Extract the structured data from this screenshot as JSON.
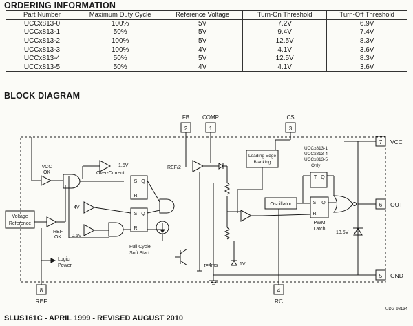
{
  "ordering": {
    "heading": "ORDERING INFORMATION",
    "columns": [
      "Part Number",
      "Maximum Duty Cycle",
      "Reference Voltage",
      "Turn-On Threshold",
      "Turn-Off Threshold"
    ],
    "rows": [
      [
        "UCCx813-0",
        "100%",
        "5V",
        "7.2V",
        "6.9V"
      ],
      [
        "UCCx813-1",
        "50%",
        "5V",
        "9.4V",
        "7.4V"
      ],
      [
        "UCCx813-2",
        "100%",
        "5V",
        "12.5V",
        "8.3V"
      ],
      [
        "UCCx813-3",
        "100%",
        "4V",
        "4.1V",
        "3.6V"
      ],
      [
        "UCCx813-4",
        "50%",
        "5V",
        "12.5V",
        "8.3V"
      ],
      [
        "UCCx813-5",
        "50%",
        "4V",
        "4.1V",
        "3.6V"
      ]
    ]
  },
  "block": {
    "heading": "BLOCK DIAGRAM",
    "pins": {
      "fb": {
        "num": "2",
        "label": "FB"
      },
      "comp": {
        "num": "1",
        "label": "COMP"
      },
      "cs": {
        "num": "3",
        "label": "CS"
      },
      "vcc": {
        "num": "7",
        "label": "VCC"
      },
      "out": {
        "num": "6",
        "label": "OUT"
      },
      "gnd": {
        "num": "5",
        "label": "GND"
      },
      "ref": {
        "num": "8",
        "label": "REF"
      },
      "rc": {
        "num": "4",
        "label": "RC"
      }
    },
    "labels": {
      "vcc_ok": [
        "VCC",
        "OK"
      ],
      "v15": "1.5V",
      "over_current": "Over-Current",
      "ref2": "REF/2",
      "leb": [
        "Leading Edge",
        "Blanking"
      ],
      "only": [
        "UCCx813-1",
        "UCCx813-4",
        "UCCx813-5",
        "Only"
      ],
      "v4": "4V",
      "v05": "0.5V",
      "s": "S",
      "q": "Q",
      "r": "R",
      "t": "T",
      "oscillator": "Oscillator",
      "pwm": [
        "PWM",
        "Latch"
      ],
      "z135": "13.5V",
      "vref": [
        "Voltage",
        "Reference"
      ],
      "ref_ok": [
        "REF",
        "OK"
      ],
      "full_cycle": [
        "Full Cycle",
        "Soft Start"
      ],
      "tau": "τ=4ms",
      "v1": "1V",
      "logic_power": [
        "Logic",
        "Power"
      ],
      "udg": "UDG-98134"
    }
  },
  "footer": "SLUS161C - APRIL 1999 - REVISED AUGUST 2010"
}
